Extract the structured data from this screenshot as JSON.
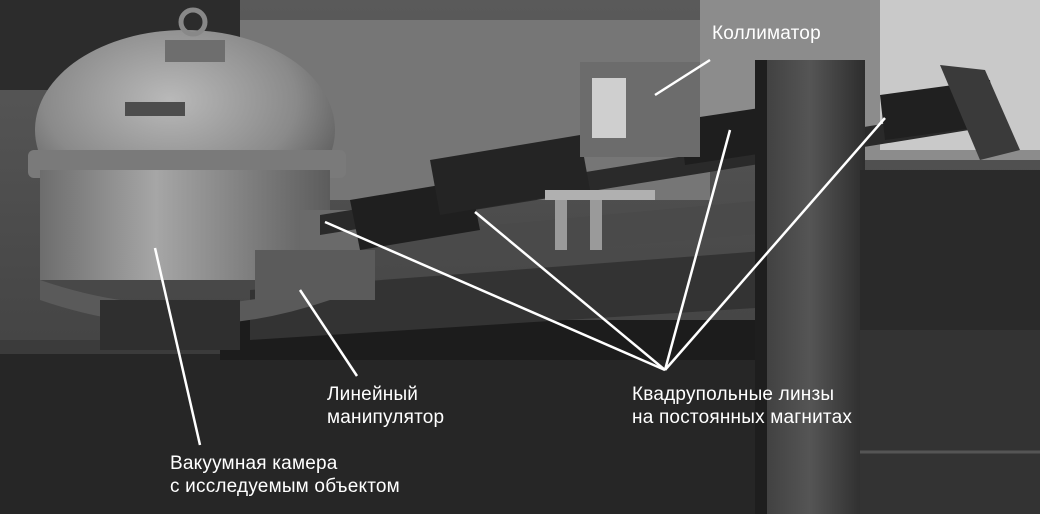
{
  "labels": {
    "collimator": "Коллиматор",
    "linear_manipulator": [
      "Линейный",
      "манипулятор"
    ],
    "quadrupole_lenses": [
      "Квадрупольные линзы",
      "на постоянных магнитах"
    ],
    "vacuum_chamber": [
      "Вакуумная камера",
      "с исследуемым объектом"
    ]
  },
  "colors": {
    "label_text": "#ffffff",
    "leader_line": "#ffffff"
  }
}
